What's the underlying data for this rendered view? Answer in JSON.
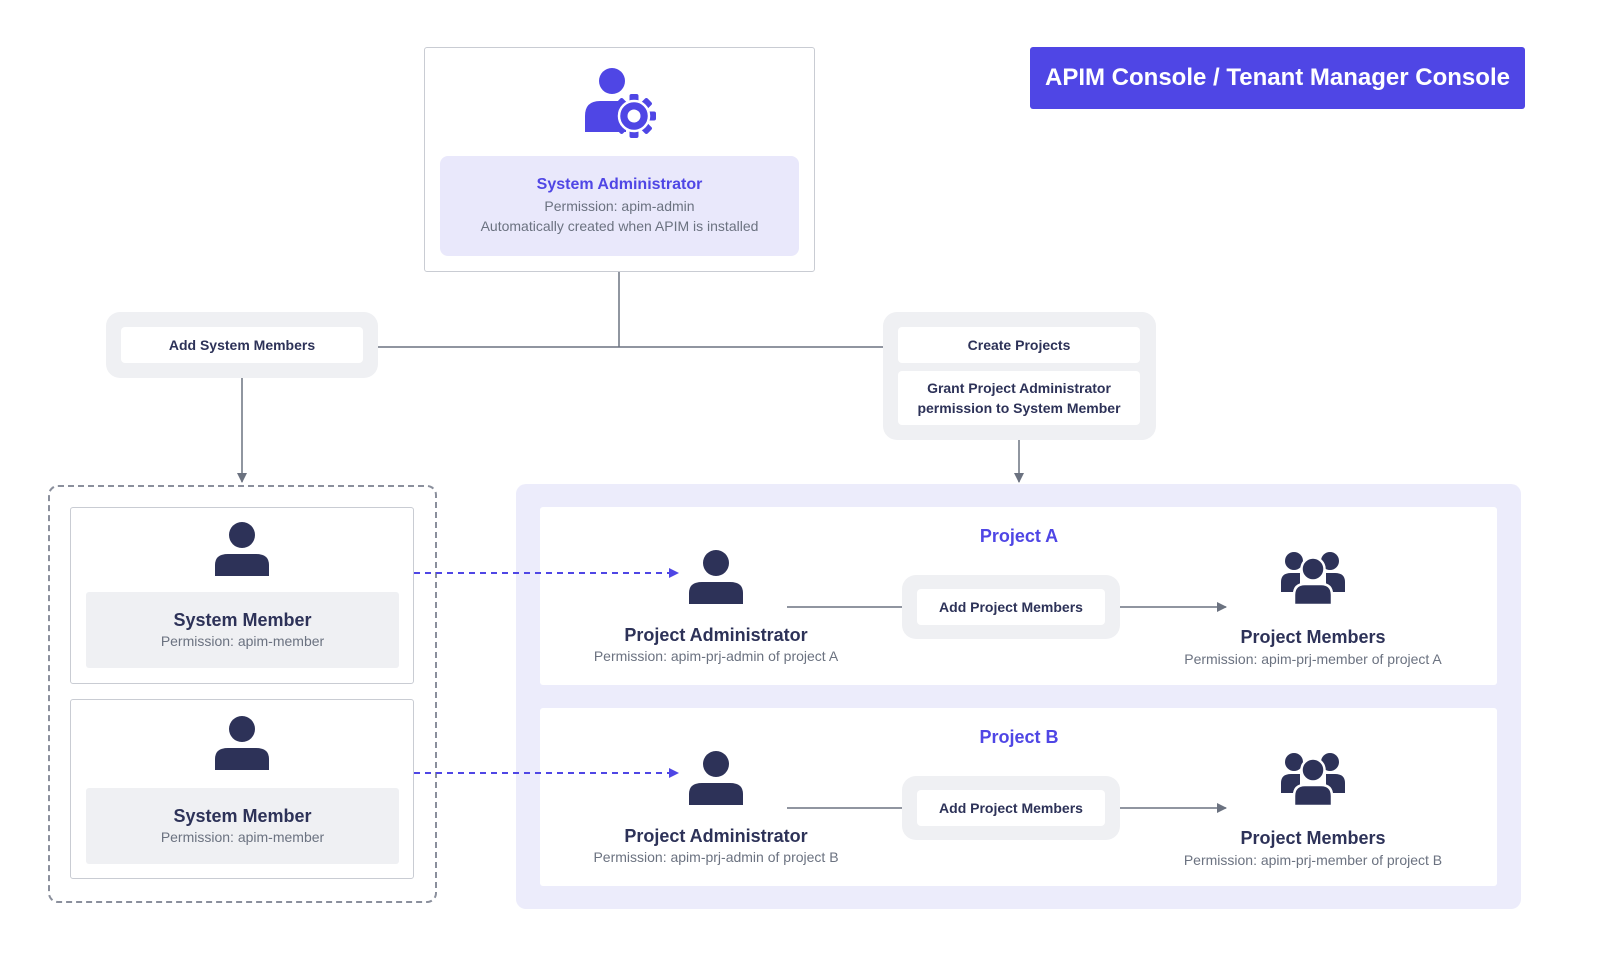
{
  "console_badge": "APIM Console / Tenant Manager Console",
  "system_admin": {
    "title": "System Administrator",
    "permission": "Permission: apim-admin",
    "note": "Automatically created when APIM is installed"
  },
  "actions": {
    "add_system_members": "Add System Members",
    "create_projects": "Create Projects",
    "grant_project_admin": "Grant Project Administrator permission to System Member"
  },
  "system_members": [
    {
      "title": "System Member",
      "permission": "Permission: apim-member"
    },
    {
      "title": "System Member",
      "permission": "Permission: apim-member"
    }
  ],
  "projects": [
    {
      "name": "Project A",
      "admin_title": "Project Administrator",
      "admin_permission": "Permission: apim-prj-admin of project A",
      "action": "Add Project Members",
      "members_title": "Project Members",
      "members_permission": "Permission: apim-prj-member of project A"
    },
    {
      "name": "Project B",
      "admin_title": "Project Administrator",
      "admin_permission": "Permission: apim-prj-admin of project B",
      "action": "Add Project Members",
      "members_title": "Project Members",
      "members_permission": "Permission: apim-prj-member of project B"
    }
  ],
  "colors": {
    "accent": "#4f46e5",
    "icon_dark": "#2d3258",
    "connector": "#6b7280"
  },
  "icons": [
    "user-gear-icon",
    "user-icon",
    "users-group-icon",
    "arrow-right-icon",
    "arrow-down-icon"
  ]
}
